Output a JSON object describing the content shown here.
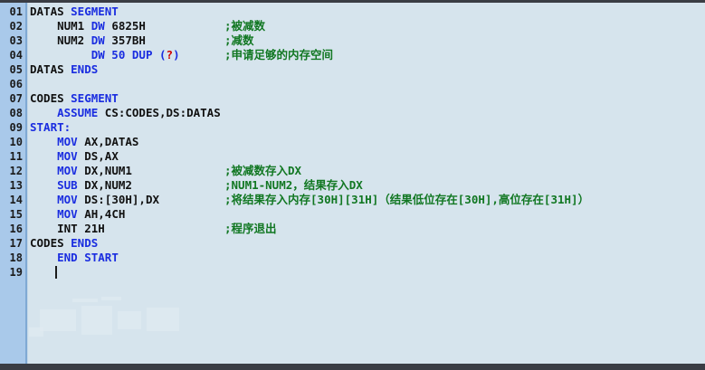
{
  "editor": {
    "background_color": "#d6e4ed",
    "gutter_color": "#a9c9ea",
    "keyword_color": "#1a2de0",
    "comment_color": "#117722",
    "text_color": "#111111",
    "error_color": "#d00000",
    "caret_line": 19,
    "total_lines": 19
  },
  "lines": [
    {
      "number": "01",
      "tokens": [
        {
          "text": "DATAS ",
          "style": "plain"
        },
        {
          "text": "SEGMENT",
          "style": "kw"
        }
      ],
      "comment": ""
    },
    {
      "number": "02",
      "tokens": [
        {
          "text": "    NUM1 ",
          "style": "plain"
        },
        {
          "text": "DW",
          "style": "kw"
        },
        {
          "text": " 6825H",
          "style": "plain"
        }
      ],
      "comment": ";被减数"
    },
    {
      "number": "03",
      "tokens": [
        {
          "text": "    NUM2 ",
          "style": "plain"
        },
        {
          "text": "DW",
          "style": "kw"
        },
        {
          "text": " 357BH",
          "style": "plain"
        }
      ],
      "comment": ";减数"
    },
    {
      "number": "04",
      "tokens": [
        {
          "text": "         ",
          "style": "plain"
        },
        {
          "text": "DW 50 DUP (",
          "style": "kw"
        },
        {
          "text": "?",
          "style": "red"
        },
        {
          "text": ")",
          "style": "kw"
        }
      ],
      "comment": ";申请足够的内存空间"
    },
    {
      "number": "05",
      "tokens": [
        {
          "text": "DATAS ",
          "style": "plain"
        },
        {
          "text": "ENDS",
          "style": "kw"
        }
      ],
      "comment": ""
    },
    {
      "number": "06",
      "tokens": [],
      "comment": ""
    },
    {
      "number": "07",
      "tokens": [
        {
          "text": "CODES ",
          "style": "plain"
        },
        {
          "text": "SEGMENT",
          "style": "kw"
        }
      ],
      "comment": ""
    },
    {
      "number": "08",
      "tokens": [
        {
          "text": "    ",
          "style": "plain"
        },
        {
          "text": "ASSUME",
          "style": "kw"
        },
        {
          "text": " CS:CODES,DS:DATAS",
          "style": "plain"
        }
      ],
      "comment": ""
    },
    {
      "number": "09",
      "tokens": [
        {
          "text": "START:",
          "style": "kw"
        }
      ],
      "comment": ""
    },
    {
      "number": "10",
      "tokens": [
        {
          "text": "    ",
          "style": "plain"
        },
        {
          "text": "MOV",
          "style": "kw"
        },
        {
          "text": " AX,DATAS",
          "style": "plain"
        }
      ],
      "comment": ""
    },
    {
      "number": "11",
      "tokens": [
        {
          "text": "    ",
          "style": "plain"
        },
        {
          "text": "MOV",
          "style": "kw"
        },
        {
          "text": " DS,AX",
          "style": "plain"
        }
      ],
      "comment": ""
    },
    {
      "number": "12",
      "tokens": [
        {
          "text": "    ",
          "style": "plain"
        },
        {
          "text": "MOV",
          "style": "kw"
        },
        {
          "text": " DX,NUM1",
          "style": "plain"
        }
      ],
      "comment": ";被减数存入DX"
    },
    {
      "number": "13",
      "tokens": [
        {
          "text": "    ",
          "style": "plain"
        },
        {
          "text": "SUB",
          "style": "kw"
        },
        {
          "text": " DX,NUM2",
          "style": "plain"
        }
      ],
      "comment": ";NUM1-NUM2，结果存入DX"
    },
    {
      "number": "14",
      "tokens": [
        {
          "text": "    ",
          "style": "plain"
        },
        {
          "text": "MOV",
          "style": "kw"
        },
        {
          "text": " DS:[30H],DX",
          "style": "plain"
        }
      ],
      "comment": ";将结果存入内存[30H][31H]（结果低位存在[30H],高位存在[31H]）"
    },
    {
      "number": "15",
      "tokens": [
        {
          "text": "    ",
          "style": "plain"
        },
        {
          "text": "MOV",
          "style": "kw"
        },
        {
          "text": " AH,4CH",
          "style": "plain"
        }
      ],
      "comment": ""
    },
    {
      "number": "16",
      "tokens": [
        {
          "text": "    INT 21H",
          "style": "plain"
        }
      ],
      "comment": ";程序退出"
    },
    {
      "number": "17",
      "tokens": [
        {
          "text": "CODES ",
          "style": "plain"
        },
        {
          "text": "ENDS",
          "style": "kw"
        }
      ],
      "comment": ""
    },
    {
      "number": "18",
      "tokens": [
        {
          "text": "    ",
          "style": "plain"
        },
        {
          "text": "END START",
          "style": "kw"
        }
      ],
      "comment": ""
    },
    {
      "number": "19",
      "tokens": [],
      "comment": ""
    }
  ]
}
